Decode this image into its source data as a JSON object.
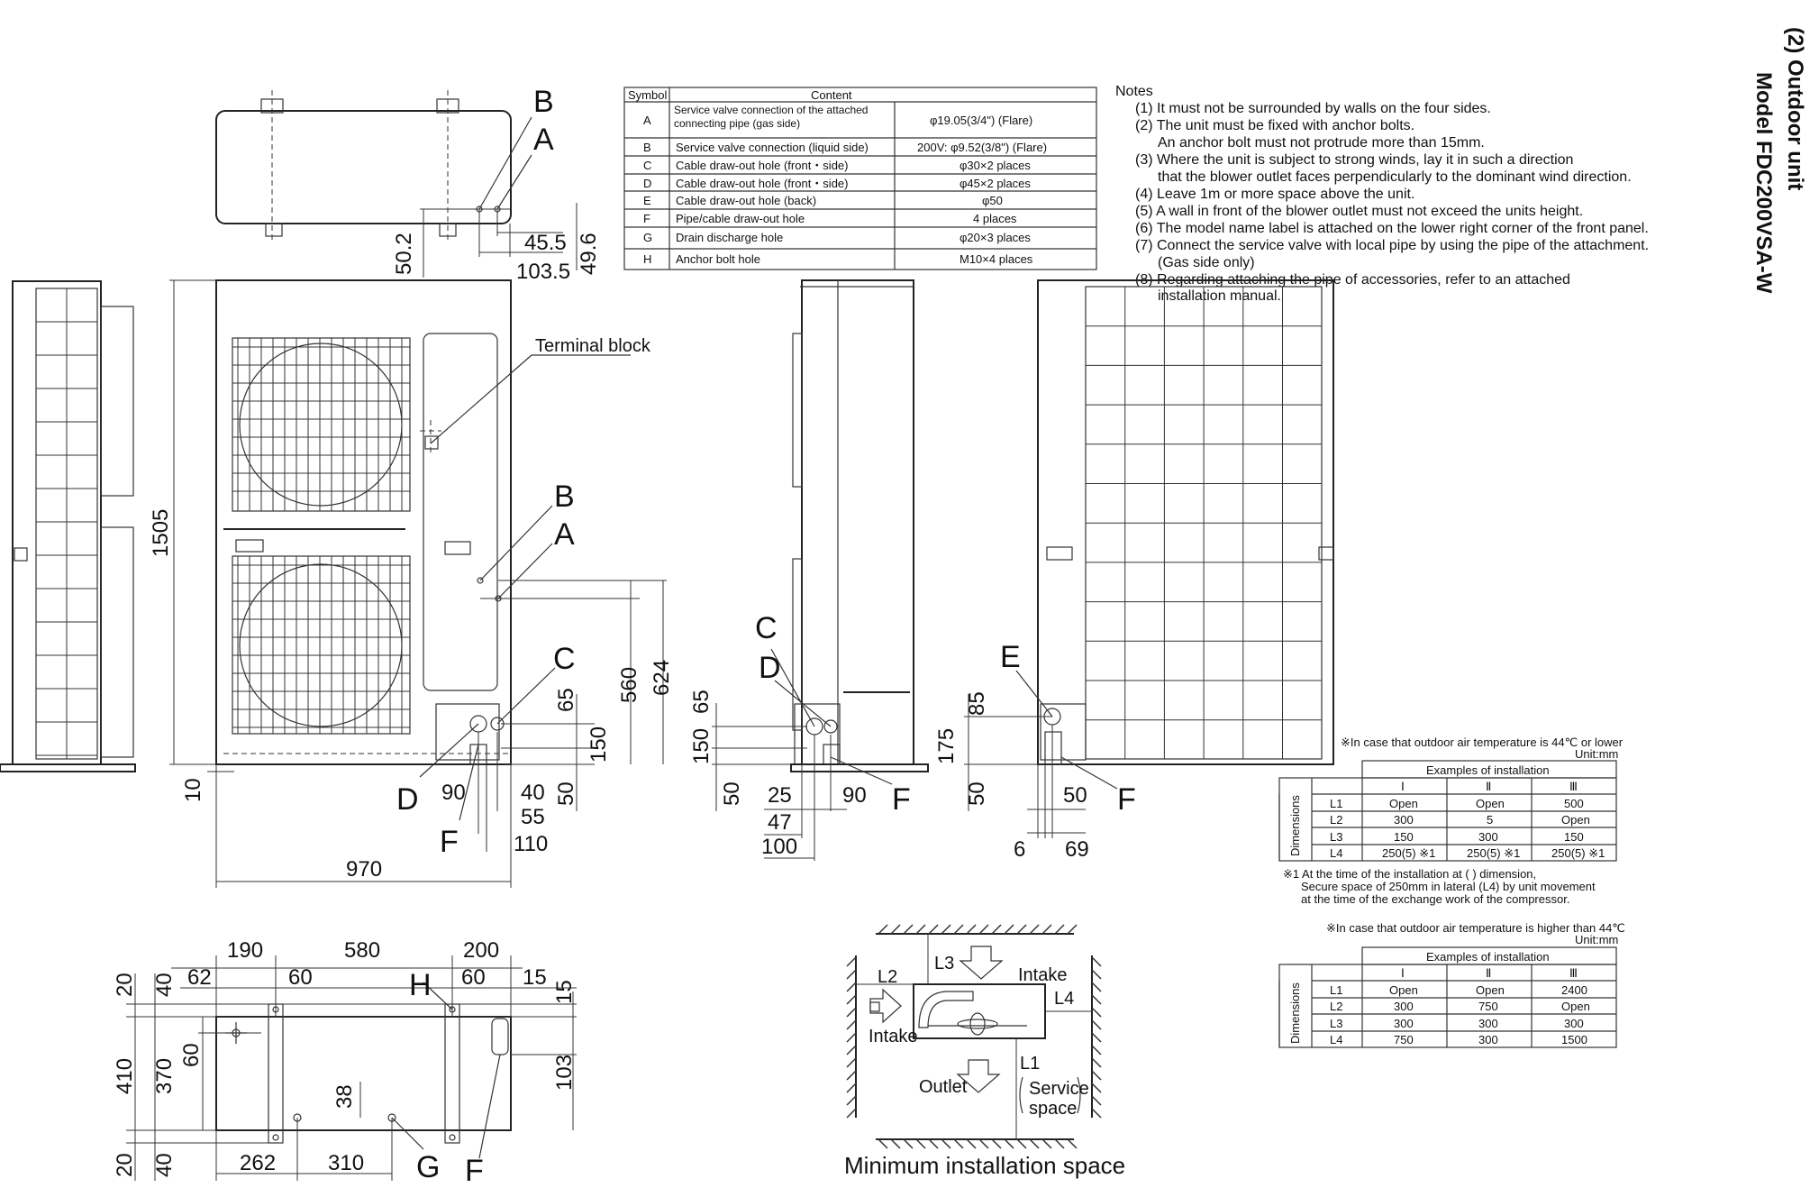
{
  "title": {
    "section": "(2)  Outdoor unit",
    "model": "Model FDC200VSA-W"
  },
  "symbol_table": {
    "headers": [
      "Symbol",
      "Content"
    ],
    "rows": [
      {
        "symbol": "A",
        "desc": "Service valve connection of the attached connecting pipe (gas side)",
        "value": "φ19.05(3/4\") (Flare)"
      },
      {
        "symbol": "B",
        "desc": "Service valve connection (liquid side)",
        "value": "200V: φ9.52(3/8\") (Flare)"
      },
      {
        "symbol": "C",
        "desc": "Cable draw-out hole (front・side)",
        "value": "φ30×2 places"
      },
      {
        "symbol": "D",
        "desc": "Cable draw-out hole (front・side)",
        "value": "φ45×2 places"
      },
      {
        "symbol": "E",
        "desc": "Cable draw-out hole (back)",
        "value": "φ50"
      },
      {
        "symbol": "F",
        "desc": "Pipe/cable draw-out hole",
        "value": "4 places"
      },
      {
        "symbol": "G",
        "desc": "Drain discharge hole",
        "value": "φ20×3 places"
      },
      {
        "symbol": "H",
        "desc": "Anchor bolt hole",
        "value": "M10×4 places"
      }
    ]
  },
  "notes": {
    "heading": "Notes",
    "items": [
      "(1)  It must not be surrounded by walls on the four sides.",
      "(2)  The unit must be fixed with anchor bolts.",
      "An anchor bolt must not protrude more than 15mm.",
      "(3)  Where the unit is subject to strong winds, lay it in such a direction",
      "that the blower outlet faces perpendicularly to the dominant wind direction.",
      "(4)  Leave 1m or more space above the unit.",
      "(5)  A wall in front of the blower outlet must not exceed the units height.",
      "(6)  The model name label is attached on the lower right corner of the front panel.",
      "(7)  Connect the service valve with local pipe by using the pipe of the attachment.",
      "(Gas side only)",
      "(8)  Regarding attaching the pipe of accessories, refer to an attached",
      "installation manual."
    ]
  },
  "labels": {
    "terminal_block": "Terminal block",
    "min_space": "Minimum installation space",
    "intake": "Intake",
    "intake2": "Intake",
    "outlet": "Outlet",
    "service1": "Service",
    "service2": "space",
    "A": "A",
    "B": "B",
    "C": "C",
    "D": "D",
    "E": "E",
    "F": "F",
    "G": "G",
    "H": "H",
    "L1": "L1",
    "L2": "L2",
    "L3": "L3",
    "L4": "L4"
  },
  "dims": {
    "top_45_5": "45.5",
    "top_103_5": "103.5",
    "top_50_2": "50.2",
    "top_49_6": "49.6",
    "h1505": "1505",
    "h10": "10",
    "w970": "970",
    "f560": "560",
    "f624": "624",
    "f65": "65",
    "f150": "150",
    "f50": "50",
    "f90": "90",
    "f40": "40",
    "f55": "55",
    "f110": "110",
    "s65": "65",
    "s150": "150",
    "s50": "50",
    "s25": "25",
    "s90": "90",
    "s47": "47",
    "s100": "100",
    "r85": "85",
    "r175": "175",
    "r50a": "50",
    "r50b": "50",
    "r6": "6",
    "r69": "69",
    "b190": "190",
    "b580": "580",
    "b200": "200",
    "b62": "62",
    "b60a": "60",
    "b60b": "60",
    "b15a": "15",
    "b20a": "20",
    "b40a": "40",
    "b15b": "15",
    "b410": "410",
    "b370": "370",
    "b60c": "60",
    "b103": "103",
    "b38": "38",
    "b20b": "20",
    "b40b": "40",
    "b262": "262",
    "b310": "310"
  },
  "install_table_1": {
    "caption": "※In case that outdoor air temperature is 44℃ or lower",
    "unit": "Unit:mm",
    "header": "Examples of installation",
    "cols": [
      "Ⅰ",
      "Ⅱ",
      "Ⅲ"
    ],
    "side": "Dimensions",
    "rows": [
      {
        "name": "L1",
        "vals": [
          "Open",
          "Open",
          "500"
        ]
      },
      {
        "name": "L2",
        "vals": [
          "300",
          "5",
          "Open"
        ]
      },
      {
        "name": "L3",
        "vals": [
          "150",
          "300",
          "150"
        ]
      },
      {
        "name": "L4",
        "vals": [
          "250(5)  ※1",
          "250(5)  ※1",
          "250(5)  ※1"
        ]
      }
    ],
    "foot1": "※1  At the time of the installation at (  ) dimension,",
    "foot2": "Secure space of 250mm in lateral (L4) by unit movement",
    "foot3": "at the time of the exchange work of the compressor."
  },
  "install_table_2": {
    "caption": "※In case that outdoor air temperature is higher than 44℃",
    "unit": "Unit:mm",
    "header": "Examples of installation",
    "cols": [
      "Ⅰ",
      "Ⅱ",
      "Ⅲ"
    ],
    "side": "Dimensions",
    "rows": [
      {
        "name": "L1",
        "vals": [
          "Open",
          "Open",
          "2400"
        ]
      },
      {
        "name": "L2",
        "vals": [
          "300",
          "750",
          "Open"
        ]
      },
      {
        "name": "L3",
        "vals": [
          "300",
          "300",
          "300"
        ]
      },
      {
        "name": "L4",
        "vals": [
          "750",
          "300",
          "1500"
        ]
      }
    ]
  }
}
